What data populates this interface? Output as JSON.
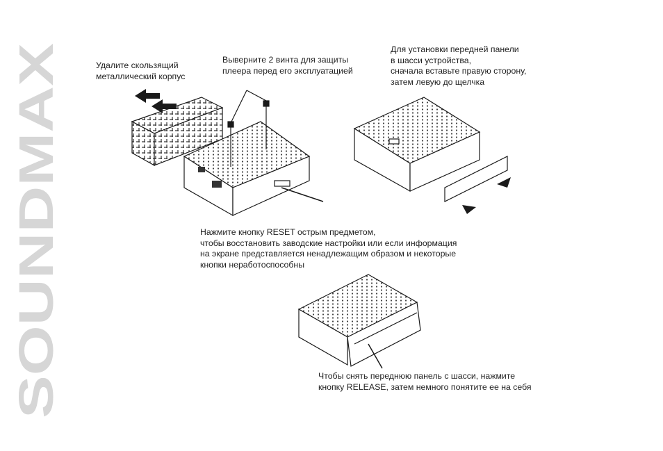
{
  "brand": {
    "text": "SOUNDMAX",
    "color": "#d6d6d6"
  },
  "captions": {
    "remove_sleeve": [
      "Удалите скользящий",
      "металлический корпус"
    ],
    "unscrew": [
      "Выверните 2 винта для защиты",
      "плеера перед его эксплуатацией"
    ],
    "install_panel": [
      "Для установки передней панели",
      "в шасси устройства,",
      "сначала вставьте правую сторону,",
      "затем левую до щелчка"
    ],
    "reset": [
      "Нажмите кнопку RESET острым предметом,",
      "чтобы восстановить заводские настройки или если информация",
      "на экране представляется ненадлежащим образом и некоторые",
      "кнопки неработоспособны"
    ],
    "release": [
      "Чтобы снять переднюю панель с шасси, нажмите",
      "кнопку RELEASE, затем немного понятите ее на себя"
    ]
  },
  "colors": {
    "line": "#1a1a1a",
    "hatch": "#555555"
  },
  "icons": {
    "arrow": "arrow-icon",
    "screw": "screw-icon"
  }
}
